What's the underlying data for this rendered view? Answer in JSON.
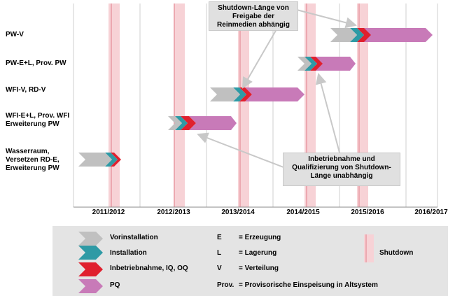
{
  "rows": [
    {
      "id": "pw-v",
      "label": "PW-V"
    },
    {
      "id": "pw-el",
      "label": "PW-E+L, Prov. PW"
    },
    {
      "id": "wfi-v",
      "label": "WFI-V, RD-V"
    },
    {
      "id": "wfi-el",
      "label": "WFI-E+L, Prov. WFI\nErweiterung PW"
    },
    {
      "id": "wasser",
      "label": "Wasserraum,\nVersetzen RD-E,\nErweiterung PW"
    }
  ],
  "years": [
    "2011/2012",
    "2012/2013",
    "2013/2014",
    "2014/2015",
    "2015/2016",
    "2016/2017"
  ],
  "callouts": {
    "top": "Shutdown-Länge von\nFreigabe der\nReinmedien abhängig",
    "bottom": "Inbetriebnahme und\nQualifizierung von Shutdown-\nLänge unabhängig"
  },
  "legend": {
    "phases": [
      {
        "key": "vor",
        "label": "Vorinstallation",
        "color": "#c0c0c0"
      },
      {
        "key": "inst",
        "label": "Installation",
        "color": "#2e9aa5"
      },
      {
        "key": "ibn",
        "label": "Inbetriebnahme, IQ, OQ",
        "color": "#e0202e"
      },
      {
        "key": "pq",
        "label": "PQ",
        "color": "#c87ab8"
      }
    ],
    "abbreviations": [
      {
        "abbr": "E",
        "text": "= Erzeugung"
      },
      {
        "abbr": "L",
        "text": "= Lagerung"
      },
      {
        "abbr": "V",
        "text": "= Verteilung"
      },
      {
        "abbr": "Prov.",
        "text": "= Provisorische Einspeisung in Altsystem"
      }
    ],
    "shutdown_label": "Shutdown"
  },
  "colors": {
    "shutdown_fill": "#f7d2d6",
    "shutdown_line": "#e89aa4",
    "grid": "#cfcfcf",
    "axis": "#888888"
  }
}
